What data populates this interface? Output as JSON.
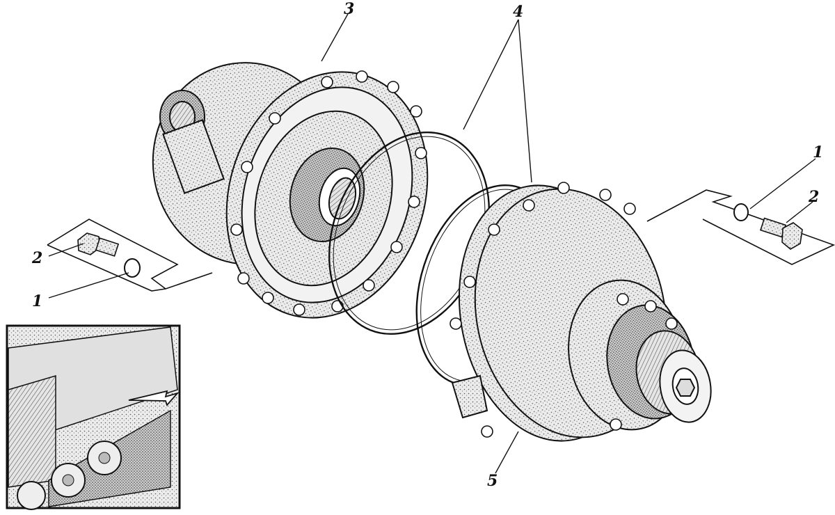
{
  "callouts": [
    {
      "id": "c3",
      "label": "3"
    },
    {
      "id": "c4",
      "label": "4"
    },
    {
      "id": "c1_right",
      "label": "1"
    },
    {
      "id": "c2_right",
      "label": "2"
    },
    {
      "id": "c2_left",
      "label": "2"
    },
    {
      "id": "c1_left",
      "label": "1"
    },
    {
      "id": "c5",
      "label": "5"
    }
  ],
  "colors": {
    "ink": "#111111",
    "paper": "#ffffff",
    "shade": "#d8d8d8"
  }
}
